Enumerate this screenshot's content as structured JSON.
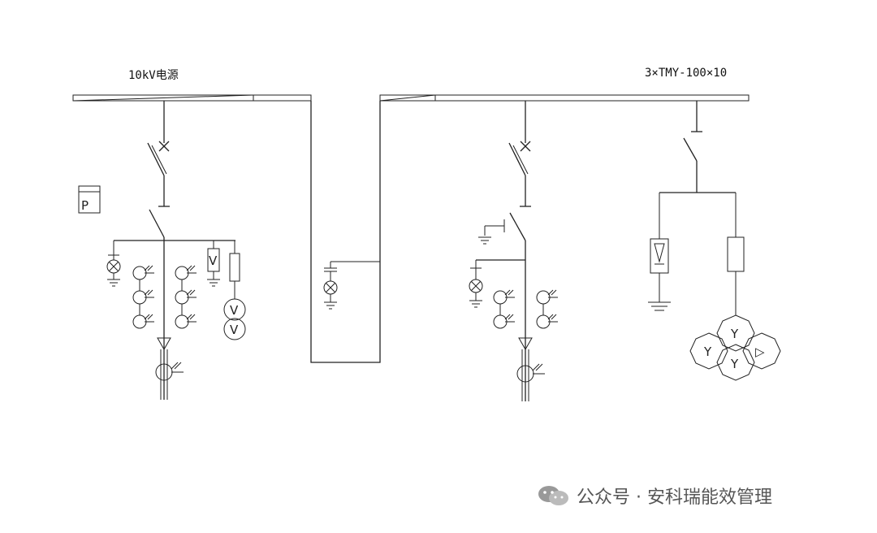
{
  "labels": {
    "busbar_left": "10kV电源",
    "busbar_right": "3×TMY-100×10"
  },
  "symbols": {
    "meter_letter": "P",
    "vt_letter": "V",
    "wye_letter": "Y",
    "delta_letter": "▷"
  },
  "watermark": {
    "text": "公众号 · 安科瑞能效管理"
  }
}
